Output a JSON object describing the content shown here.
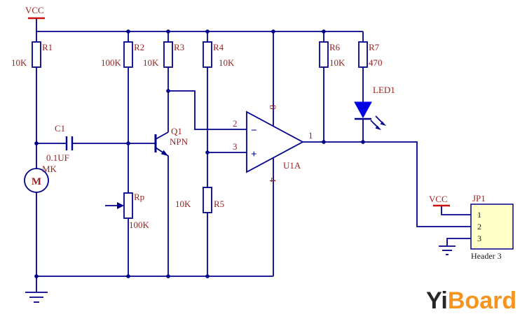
{
  "colors": {
    "wire": "#00008B",
    "label_red": "#9b2222",
    "vcc_bar_red": "#cc1111",
    "led_blue": "#0000E6",
    "header_fill": "#FFFFC8",
    "logo_dark": "#262626",
    "logo_orange": "#F7941E",
    "background": "#ffffff"
  },
  "schematic": {
    "power": {
      "vcc_main": "VCC",
      "vcc_header": "VCC"
    },
    "r1": {
      "ref": "R1",
      "val": "10K"
    },
    "r2": {
      "ref": "R2",
      "val": "100K"
    },
    "r3": {
      "ref": "R3",
      "val": "10K"
    },
    "r4": {
      "ref": "R4",
      "val": "10K"
    },
    "r5": {
      "ref": "R5",
      "val": "10K"
    },
    "r6": {
      "ref": "R6",
      "val": "10K"
    },
    "r7": {
      "ref": "R7",
      "val": "470"
    },
    "rp": {
      "ref": "Rp",
      "val": "100K"
    },
    "c1": {
      "ref": "C1",
      "val": "0.1UF"
    },
    "mic": {
      "ref": "MK",
      "glyph": "M"
    },
    "q1": {
      "ref": "Q1",
      "type": "NPN"
    },
    "opamp": {
      "ref": "U1A",
      "pin_inv": "2",
      "pin_noninv": "3",
      "pin_out": "1",
      "pin_vcc": "8",
      "pin_gnd": "4",
      "minus": "−",
      "plus": "+"
    },
    "led": {
      "ref": "LED1"
    },
    "jp1": {
      "ref": "JP1",
      "pin1": "1",
      "pin2": "2",
      "pin3": "3",
      "desc": "Header 3"
    }
  },
  "branding": {
    "logo_left": "Yi",
    "logo_right": "Board"
  }
}
